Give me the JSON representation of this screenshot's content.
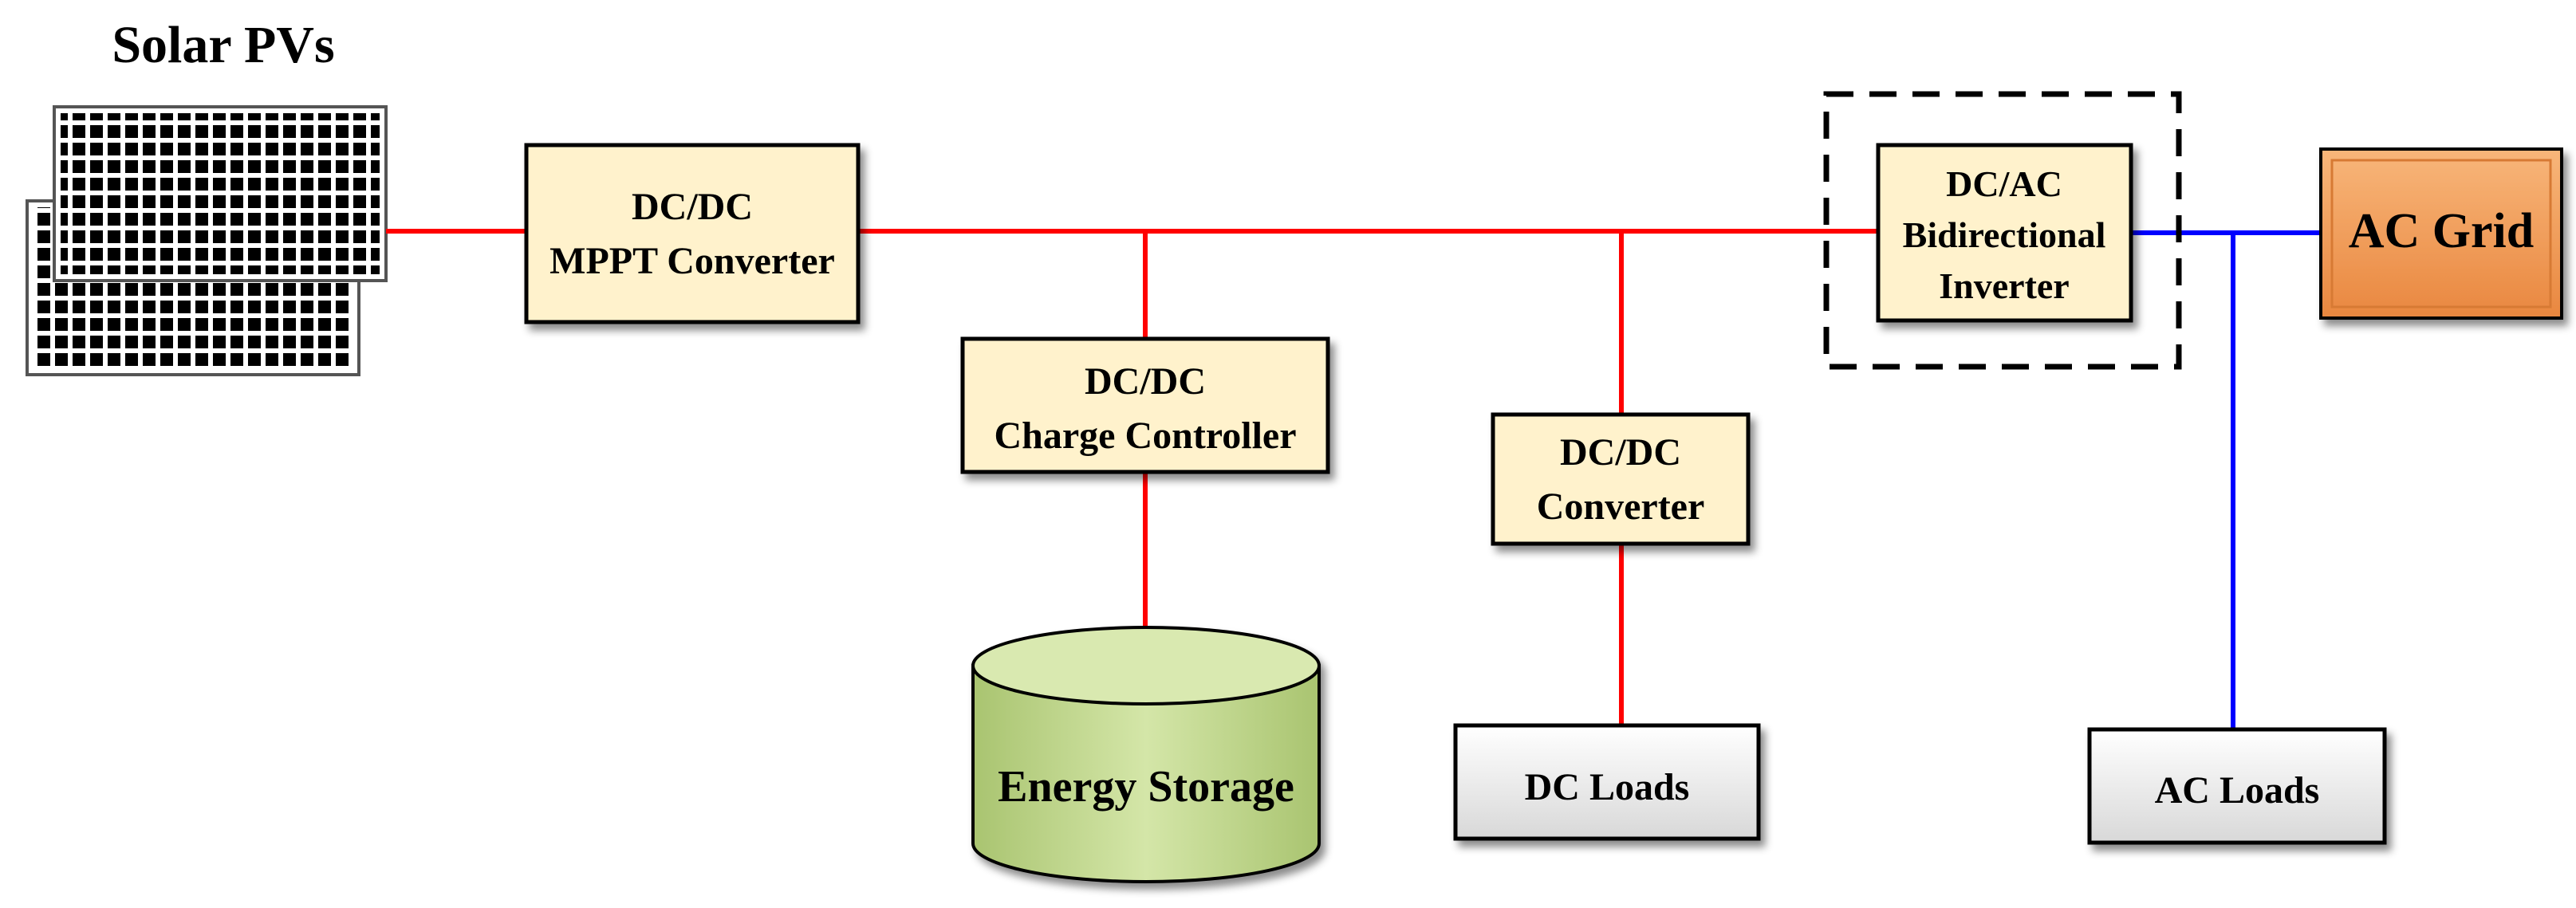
{
  "title": "Solar PVs",
  "colors": {
    "dc_bus": "#ff0000",
    "ac_bus": "#0000ff",
    "converter_fill": "#fff2cc",
    "grid_fill": "#f4a060",
    "storage_fill": "#c6dc96",
    "load_fill": "#ffffff"
  },
  "blocks": {
    "mppt": {
      "line1": "DC/DC",
      "line2": "MPPT Converter"
    },
    "charge_controller": {
      "line1": "DC/DC",
      "line2": "Charge Controller"
    },
    "dc_converter": {
      "line1": "DC/DC",
      "line2": "Converter"
    },
    "inverter": {
      "line1": "DC/AC",
      "line2": "Bidirectional",
      "line3": "Inverter"
    },
    "ac_grid": {
      "label": "AC Grid"
    },
    "energy_storage": {
      "label": "Energy Storage"
    },
    "dc_loads": {
      "label": "DC Loads"
    },
    "ac_loads": {
      "label": "AC Loads"
    }
  }
}
